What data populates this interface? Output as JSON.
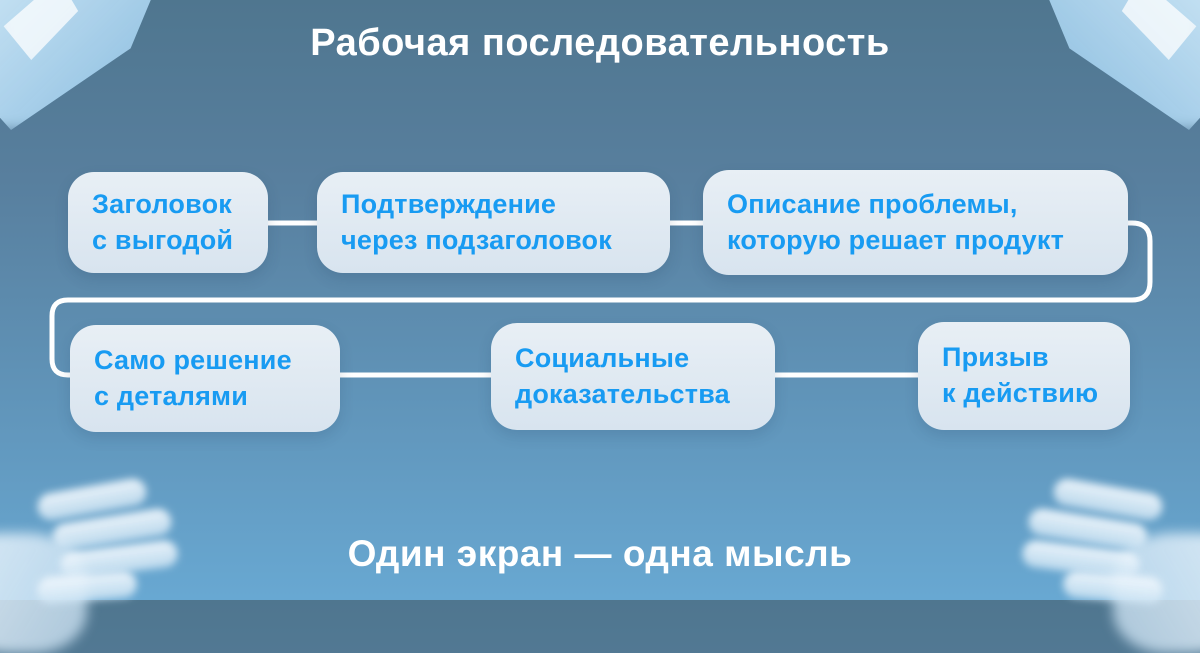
{
  "title": "Рабочая последовательность",
  "footer": "Один экран — одна мысль",
  "colors": {
    "bg_top": "#4f768f",
    "bg_bottom": "#68a8d2",
    "box_bg_top": "#e8eff5",
    "box_bg_bottom": "#d8e4ef",
    "box_text": "#189bf2",
    "connector": "#ffffff",
    "title_text": "#ffffff"
  },
  "flow": {
    "type": "sequence",
    "connector_style": "white rounded line, wraps from end of row 1 to start of row 2",
    "boxes": [
      {
        "step": 1,
        "label": "Заголовок\nс выгодой"
      },
      {
        "step": 2,
        "label": "Подтверждение\nчерез подзаголовок"
      },
      {
        "step": 3,
        "label": "Описание проблемы,\nкоторую решает продукт"
      },
      {
        "step": 4,
        "label": "Само решение\nс деталями"
      },
      {
        "step": 5,
        "label": "Социальные\nдоказательства"
      },
      {
        "step": 6,
        "label": "Призыв\nк действию"
      }
    ]
  },
  "decorations": [
    {
      "name": "glass-crystal",
      "position": "top-left"
    },
    {
      "name": "glass-crystal",
      "position": "top-right"
    },
    {
      "name": "glass-hand",
      "position": "bottom-left"
    },
    {
      "name": "glass-hand",
      "position": "bottom-right"
    }
  ]
}
